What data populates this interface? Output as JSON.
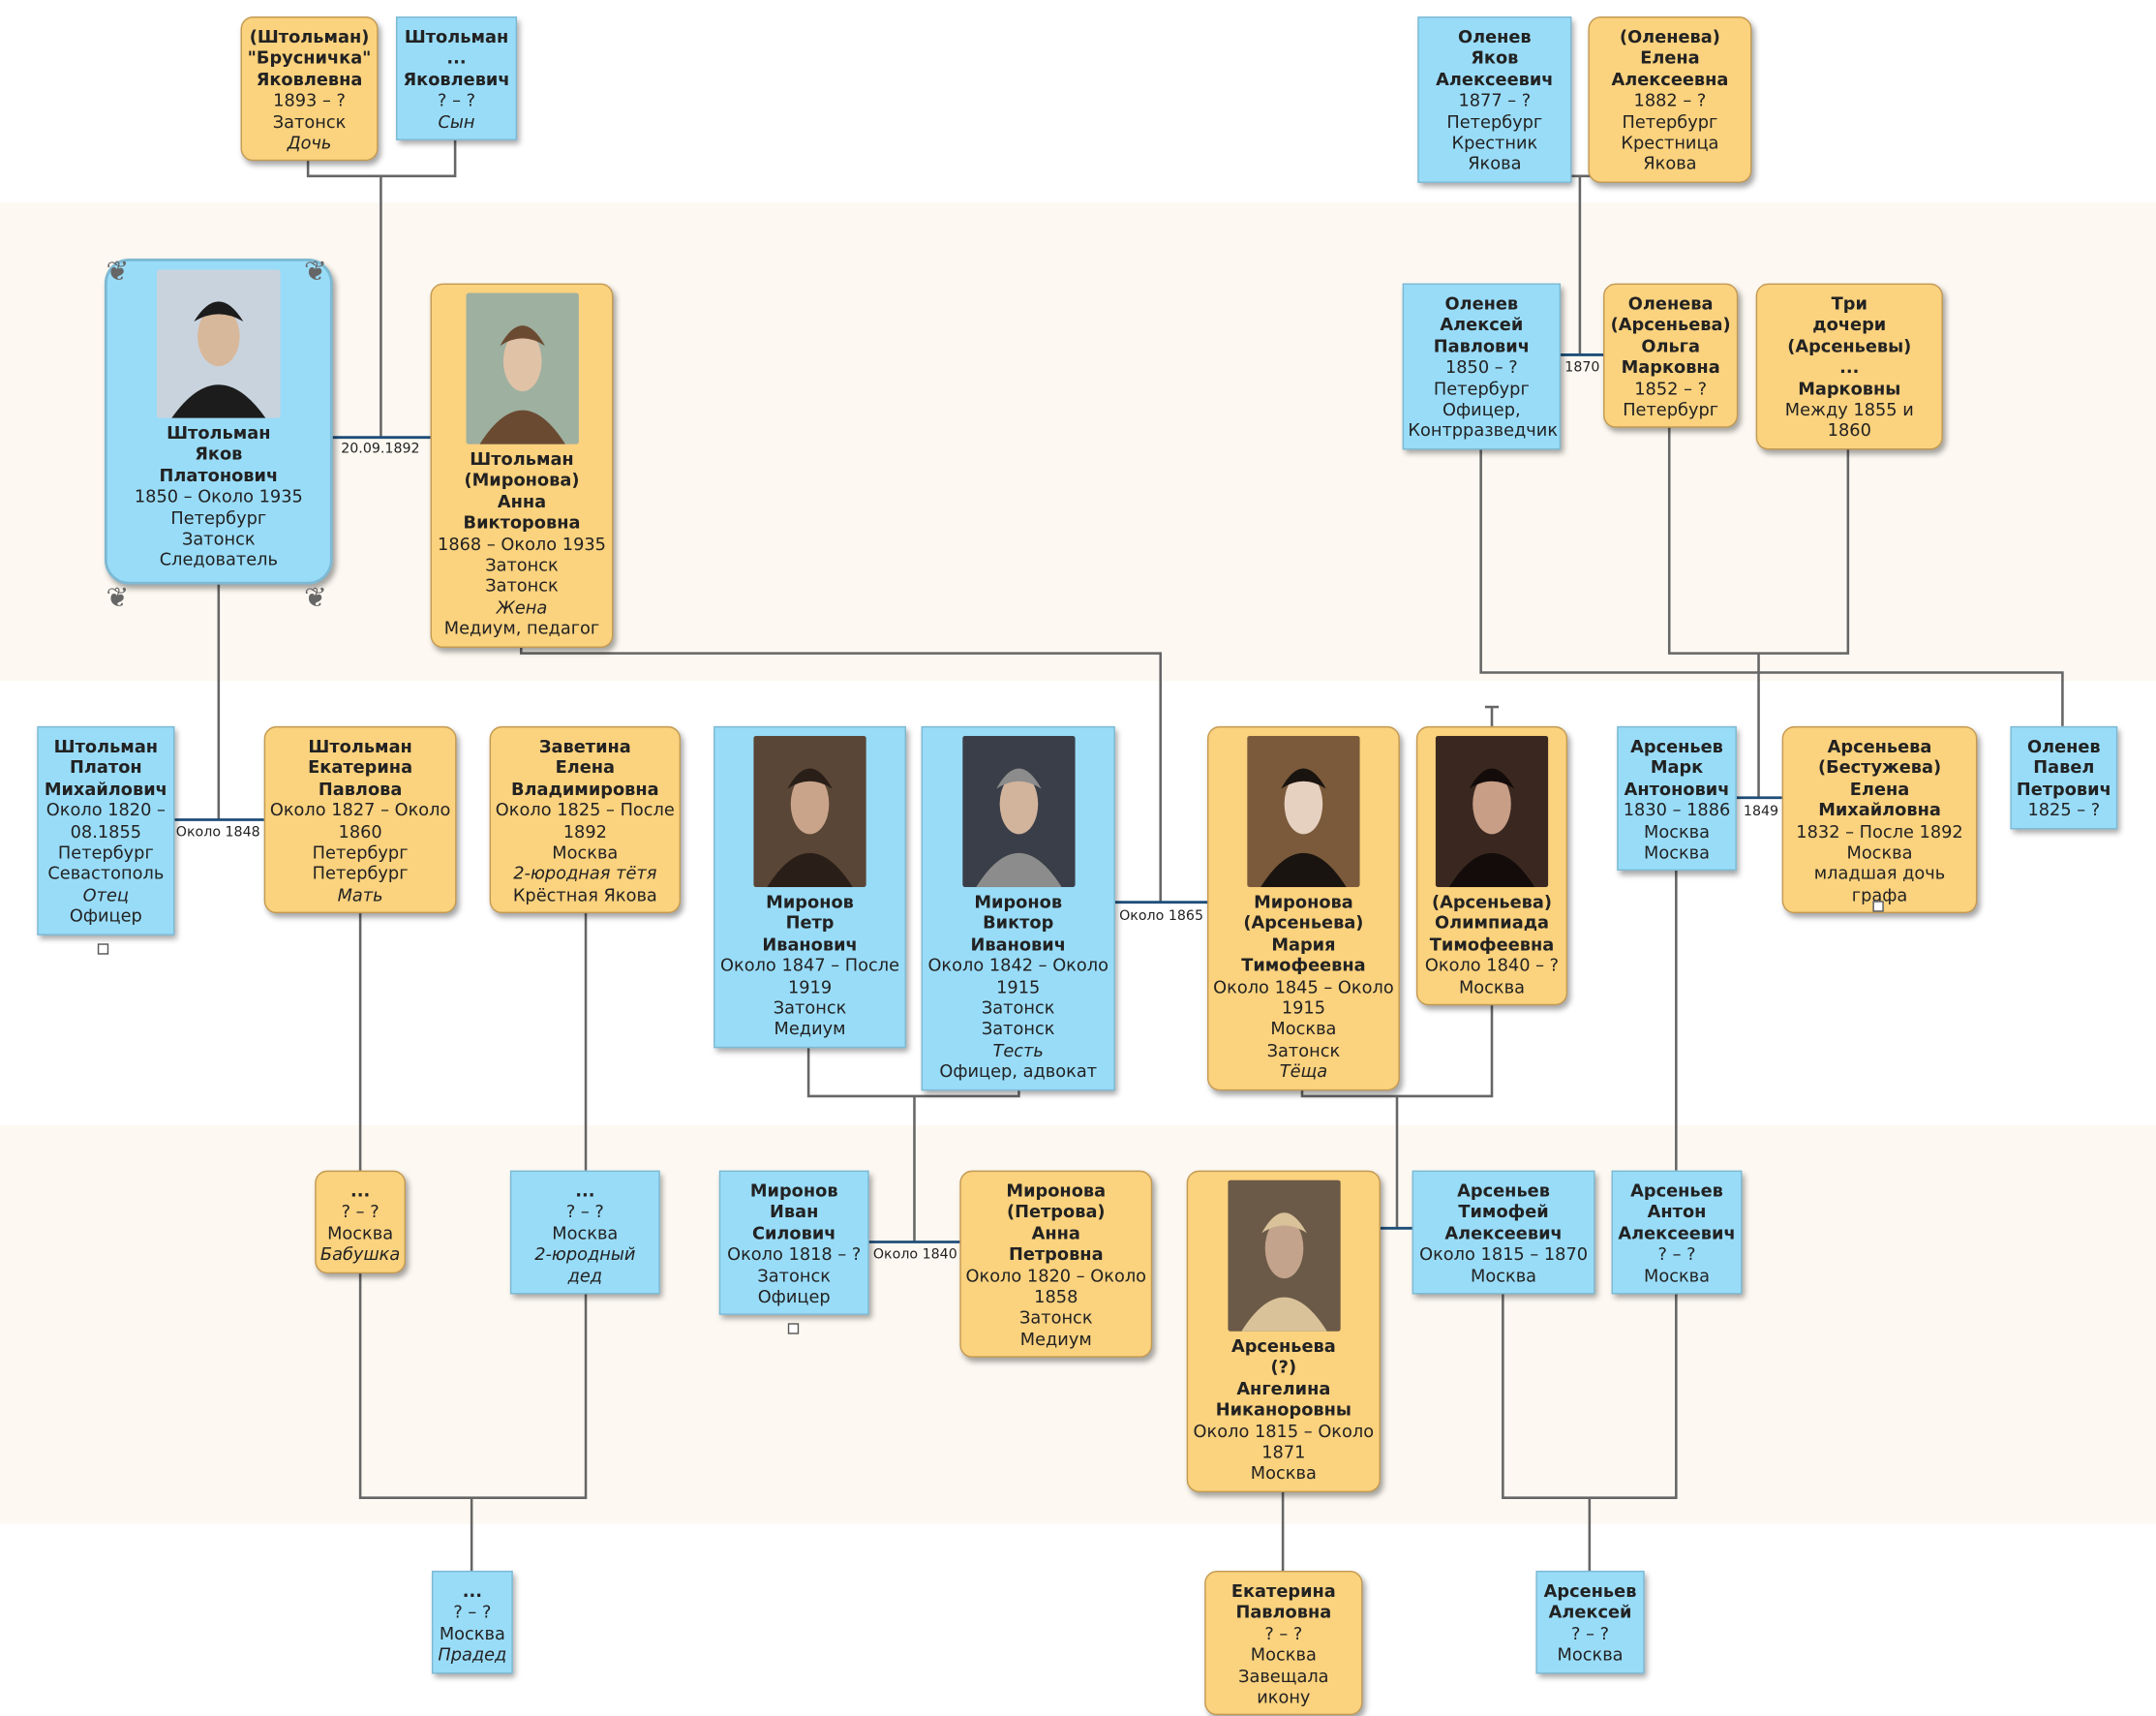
{
  "persons": {
    "brusnichka": {
      "name": [
        "(Штольман)",
        "\"Брусничка\"",
        "Яковлевна"
      ],
      "dates": "1893 – ?",
      "places": [
        "Затонск"
      ],
      "role": "Дочь"
    },
    "son_yakovlevich": {
      "name": [
        "Штольман",
        "...",
        "Яковлевич"
      ],
      "dates": "? – ?",
      "role": "Сын"
    },
    "olenev_yakov": {
      "name": [
        "Оленев",
        "Яков",
        "Алексеевич"
      ],
      "dates": "1877 – ?",
      "places": [
        "Петербург"
      ],
      "note": "Крестник Якова"
    },
    "oleneva_elena": {
      "name": [
        "(Оленева)",
        "Елена",
        "Алексеевна"
      ],
      "dates": "1882 – ?",
      "places": [
        "Петербург"
      ],
      "note": "Крестница Якова"
    },
    "shtolman_yakov": {
      "name": [
        "Штольман",
        "Яков",
        "Платонович"
      ],
      "dates": "1850 – Около 1935",
      "places": [
        "Петербург",
        "Затонск"
      ],
      "note": "Следователь",
      "photo": "portrait-man-top-hat"
    },
    "shtolman_anna": {
      "name": [
        "Штольман",
        "(Миронова)",
        "Анна",
        "Викторовна"
      ],
      "dates": "1868 – Около 1935",
      "places": [
        "Затонск",
        "Затонск"
      ],
      "role": "Жена",
      "note": "Медиум, педагог",
      "photo": "portrait-woman-fur-hat"
    },
    "olenev_aleksey": {
      "name": [
        "Оленев",
        "Алексей",
        "Павлович"
      ],
      "dates": "1850 – ?",
      "places": [
        "Петербург"
      ],
      "note": "Офицер, Контрразведчик"
    },
    "oleneva_olga": {
      "name": [
        "Оленева",
        "(Арсеньева)",
        "Ольга",
        "Марковна"
      ],
      "dates": "1852 – ?",
      "places": [
        "Петербург"
      ]
    },
    "tri_docheri": {
      "name": [
        "Три",
        "дочери",
        "(Арсеньевы)",
        "...",
        "Марковны"
      ],
      "dates": "Между 1855 и 1860"
    },
    "shtolman_platon": {
      "name": [
        "Штольман",
        "Платон",
        "Михайлович"
      ],
      "dates": "Около 1820 – 08.1855",
      "places": [
        "Петербург",
        "Севастополь"
      ],
      "role": "Отец",
      "note": "Офицер"
    },
    "shtolman_ekaterina": {
      "name": [
        "Штольман",
        "Екатерина",
        "Павлова"
      ],
      "dates": "Около 1827 – Около 1860",
      "places": [
        "Петербург",
        "Петербург"
      ],
      "role": "Мать"
    },
    "zavetina_elena": {
      "name": [
        "Заветина",
        "Елена",
        "Владимировна"
      ],
      "dates": "Около 1825 – После 1892",
      "places": [
        "Москва"
      ],
      "role": "2-юродная тётя",
      "note": "Крёстная Якова"
    },
    "mironov_petr": {
      "name": [
        "Миронов",
        "Петр",
        "Иванович"
      ],
      "dates": "Около 1847 – После 1919",
      "places": [
        "Затонск"
      ],
      "note": "Медиум",
      "photo": "portrait-man-curly"
    },
    "mironov_viktor": {
      "name": [
        "Миронов",
        "Виктор",
        "Иванович"
      ],
      "dates": "Около 1842 – Около 1915",
      "places": [
        "Затонск",
        "Затонск"
      ],
      "role": "Тесть",
      "note": "Офицер, адвокат",
      "photo": "portrait-man-beard"
    },
    "mironova_maria": {
      "name": [
        "Миронова",
        "(Арсеньева)",
        "Мария",
        "Тимофеевна"
      ],
      "dates": "Около 1845 – Около 1915",
      "places": [
        "Москва",
        "Затонск"
      ],
      "role": "Тёща",
      "photo": "portrait-woman-dark-hair"
    },
    "arsenieva_olimpiada": {
      "name": [
        "(Арсеньева)",
        "Олимпиада",
        "Тимофеевна"
      ],
      "dates": "Около 1840 – ?",
      "places": [
        "Москва"
      ],
      "photo": "portrait-woman-black-hat"
    },
    "arseniev_mark": {
      "name": [
        "Арсеньев",
        "Марк",
        "Антонович"
      ],
      "dates": "1830 – 1886",
      "places": [
        "Москва",
        "Москва"
      ]
    },
    "arsenieva_elena": {
      "name": [
        "Арсеньева",
        "(Бестужева)",
        "Елена",
        "Михайловна"
      ],
      "dates": "1832 – После 1892",
      "places": [
        "Москва"
      ],
      "note": "младшая дочь графа"
    },
    "olenev_pavel": {
      "name": [
        "Оленев",
        "Павел",
        "Петрович"
      ],
      "dates": "1825 – ?"
    },
    "babushka": {
      "name": [
        "..."
      ],
      "dates": "? – ?",
      "places": [
        "Москва"
      ],
      "role": "Бабушка"
    },
    "ded2": {
      "name": [
        "..."
      ],
      "dates": "? – ?",
      "places": [
        "Москва"
      ],
      "role": "2-юродный дед"
    },
    "mironov_ivan": {
      "name": [
        "Миронов",
        "Иван",
        "Силович"
      ],
      "dates": "Около 1818 – ?",
      "places": [
        "Затонск"
      ],
      "note": "Офицер"
    },
    "mironova_anna": {
      "name": [
        "Миронова",
        "(Петрова)",
        "Анна",
        "Петровна"
      ],
      "dates": "Около 1820 – Около 1858",
      "places": [
        "Затонск"
      ],
      "note": "Медиум"
    },
    "arsenieva_angelina": {
      "name": [
        "Арсеньева",
        "(?)",
        "Ангелина",
        "Никаноровны"
      ],
      "dates": "Около 1815 – Около 1871",
      "places": [
        "Москва"
      ],
      "photo": "portrait-woman-bonnet"
    },
    "arseniev_timofey": {
      "name": [
        "Арсеньев",
        "Тимофей",
        "Алексеевич"
      ],
      "dates": "Около 1815 – 1870",
      "places": [
        "Москва"
      ]
    },
    "arseniev_anton": {
      "name": [
        "Арсеньев",
        "Антон",
        "Алексеевич"
      ],
      "dates": "? – ?",
      "places": [
        "Москва"
      ]
    },
    "praded": {
      "name": [
        "..."
      ],
      "dates": "? – ?",
      "places": [
        "Москва"
      ],
      "role": "Прадед"
    },
    "ekaterina_pavlovna": {
      "name": [
        "Екатерина",
        "Павловна"
      ],
      "dates": "? – ?",
      "places": [
        "Москва"
      ],
      "note": "Завещала икону"
    },
    "arseniev_aleksey": {
      "name": [
        "Арсеньев",
        "Алексей"
      ],
      "dates": "? – ?",
      "places": [
        "Москва"
      ]
    }
  },
  "marriages": {
    "yakov_anna": "20.09.1892",
    "aleksey_olga": "1870",
    "platon_ekaterina": "Около 1848",
    "viktor_maria": "Около 1865",
    "mark_elena": "1849",
    "ivan_anna": "Около 1840"
  },
  "colors": {
    "male": "#99dcf8",
    "female": "#fbd27e",
    "line": "#666666",
    "marriage_line": "#1f4e79",
    "band": "#fdf9f2"
  }
}
